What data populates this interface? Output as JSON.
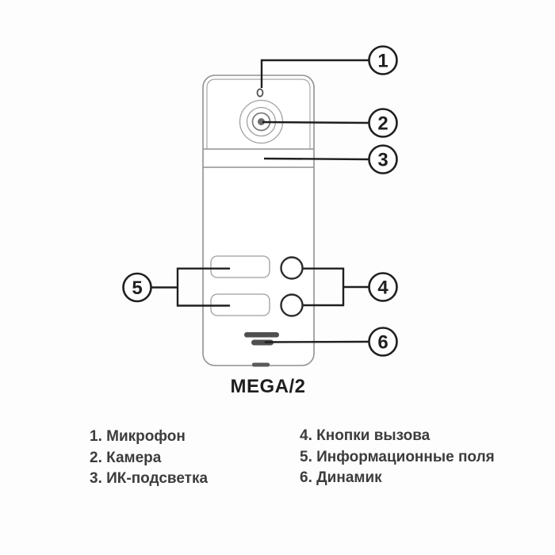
{
  "figure": {
    "model_label": "MEGA/2",
    "callout_numbers": [
      "1",
      "2",
      "3",
      "4",
      "5",
      "6"
    ]
  },
  "legend": {
    "columns": [
      {
        "items": [
          "1. Микрофон",
          "2. Камера",
          "3. ИК-подсветка"
        ]
      },
      {
        "items": [
          "4. Кнопки вызова",
          "5. Информационные поля",
          "6. Динамик"
        ]
      }
    ]
  },
  "colors": {
    "device_outline": "#909090",
    "callout_stroke": "#1f1f1f",
    "legend_text": "#3c3c3c"
  }
}
